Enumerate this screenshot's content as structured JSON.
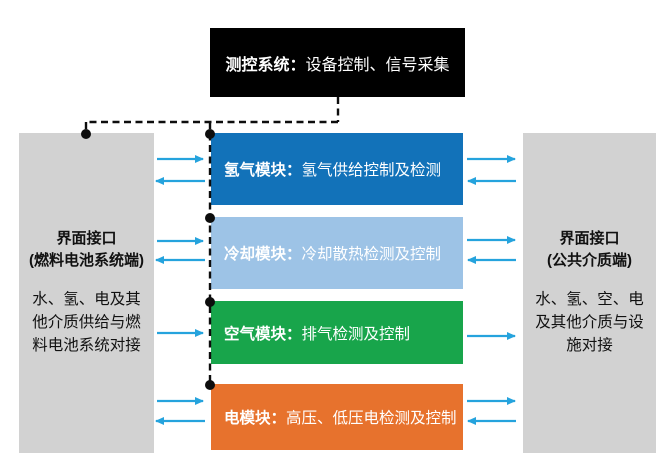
{
  "diagram": {
    "type": "block-diagram",
    "subject": "fuel-cell test bench module architecture"
  },
  "colors": {
    "control_box_bg": "#000000",
    "panel_bg": "#d2d2d2",
    "module_hydrogen_bg": "#1272b9",
    "module_cooling_bg": "#9dc3e6",
    "module_air_bg": "#18a54b",
    "module_electric_bg": "#e7722d",
    "arrow": "#25a3dd",
    "dashed_line": "#0d0d0d",
    "module_text": "#ffffff"
  },
  "control_system": {
    "label": "测控系统：",
    "description": "设备控制、信号采集"
  },
  "left_panel": {
    "title_line1": "界面接口",
    "title_line2": "(燃料电池系统端)",
    "body": "水、氢、电及其\n他介质供给与燃\n料电池系统对接"
  },
  "right_panel": {
    "title_line1": "界面接口",
    "title_line2": "(公共介质端)",
    "body": "水、氢、空、电\n及其他介质与设\n施对接"
  },
  "modules": [
    {
      "label": "氢气模块：",
      "description": "氢气供给控制及检测"
    },
    {
      "label": "冷却模块：",
      "description": "冷却散热检测及控制"
    },
    {
      "label": "空气模块：",
      "description": "排气检测及控制"
    },
    {
      "label": "电模块：",
      "description": "高压、低压电检测及控制"
    }
  ]
}
